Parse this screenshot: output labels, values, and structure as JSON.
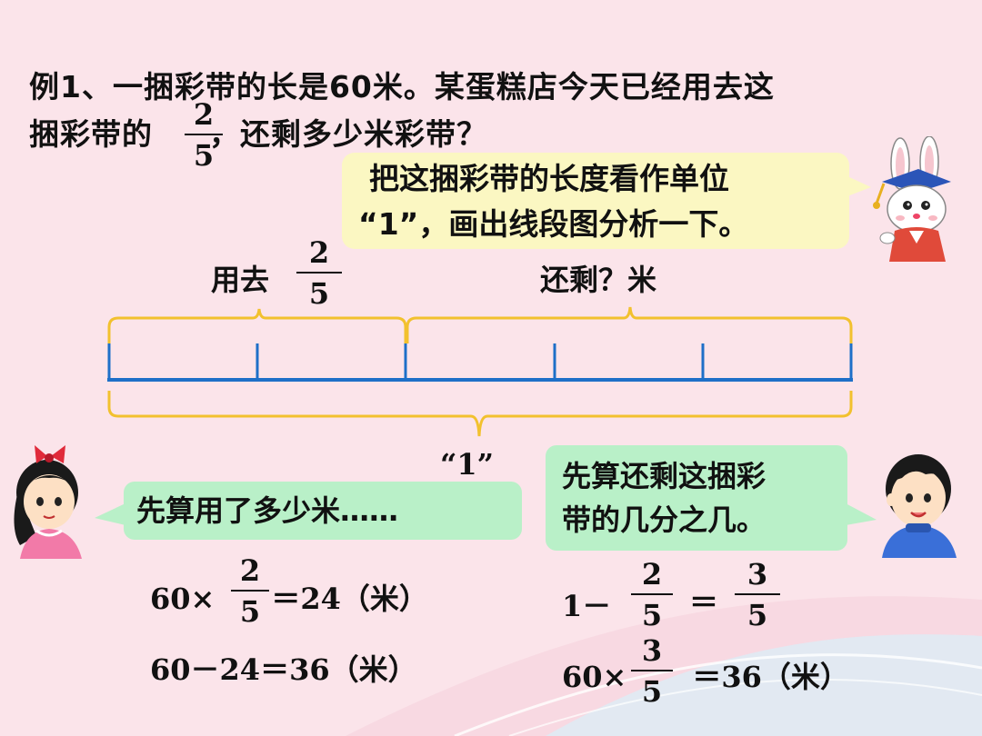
{
  "problem": {
    "line1": "例1、一捆彩带的长是60米。某蛋糕店今天已经用去这",
    "line2_prefix": "捆彩带的",
    "line2_suffix": "，还剩多少米彩带？",
    "frac_num": "2",
    "frac_den": "5"
  },
  "hint_bubble": {
    "line1": "把这捆彩带的长度看作单位",
    "line2": "“1”，画出线段图分析一下。"
  },
  "diagram": {
    "used_label": "用去",
    "used_frac_num": "2",
    "used_frac_den": "5",
    "remain_label": "还剩？米",
    "whole_label": "“1”",
    "segments": 5,
    "colors": {
      "line": "#1e6fc8",
      "brace": "#f2c12e"
    }
  },
  "girl_bubble": {
    "text": "先算用了多少米……"
  },
  "boy_bubble": {
    "line1": "先算还剩这捆彩",
    "line2": "带的几分之几。"
  },
  "left_calc": {
    "r1_a": "60×",
    "r1_num": "2",
    "r1_den": "5",
    "r1_b": "＝24",
    "r1_unit": "（米）",
    "r2_a": "60－24＝36",
    "r2_unit": "（米）"
  },
  "right_calc": {
    "r1_a": "1－",
    "r1_num1": "2",
    "r1_den1": "5",
    "r1_eq": "＝",
    "r1_num2": "3",
    "r1_den2": "5",
    "r2_a": "60×",
    "r2_num": "3",
    "r2_den": "5",
    "r2_b": "＝36",
    "r2_unit": "（米）"
  }
}
